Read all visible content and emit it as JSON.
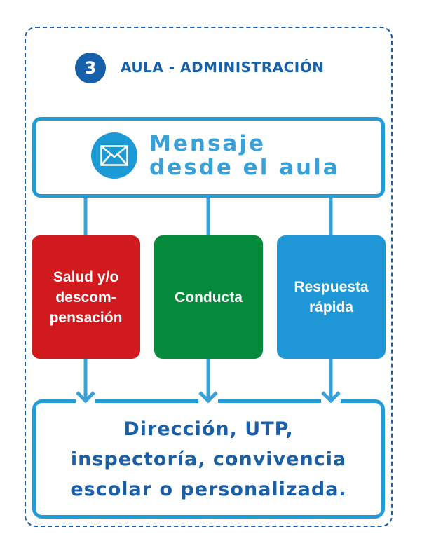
{
  "header": {
    "step_number": "3",
    "title": "AULA - ADMINISTRACIÓN"
  },
  "source": {
    "icon": "envelope-icon",
    "line1": "Mensaje",
    "line2": "desde el aula"
  },
  "categories": [
    {
      "lines": [
        "Salud y/o",
        "descom-",
        "pensación"
      ],
      "color": "#d11a1e"
    },
    {
      "lines": [
        "Conducta"
      ],
      "color": "#058a3c"
    },
    {
      "lines": [
        "Respuesta",
        "rápida"
      ],
      "color": "#1f97d6"
    }
  ],
  "destination": {
    "lines": [
      "Dirección, UTP,",
      "inspectoría, convivencia",
      "escolar o personalizada."
    ]
  },
  "colors": {
    "dark_blue": "#1560a8",
    "light_blue": "#229bd6"
  }
}
